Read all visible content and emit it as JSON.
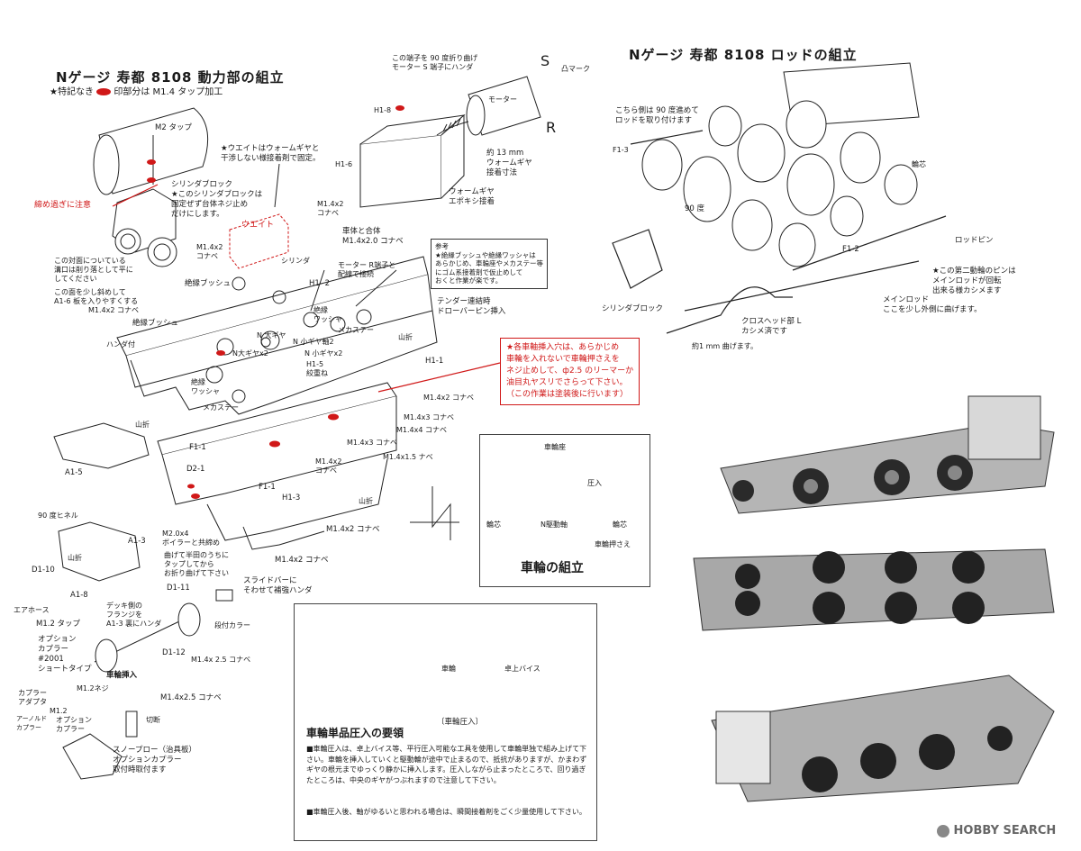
{
  "left_title": "Nゲージ 寿都 8108 動力部の組立",
  "legend": {
    "prefix": "★特記なき",
    "suffix": "印部分は M1.4 タップ加工"
  },
  "right_title": "Nゲージ 寿都 8108 ロッドの組立",
  "labels": {
    "m2_tap": "M2 タップ",
    "weight_note": "★ウエイトはウォームギヤと\n干渉しない様接着剤で固定。",
    "cyl_block": "シリンダブロック\n★このシリンダブロックは\n固定ぜず台体ネジ止め\nだけにします。",
    "tighten": "締め過ぎに注意",
    "weight": "ウエイト",
    "m14x2_a": "M1.4x2\nコナベ",
    "slot_note": "この対面についている\n溝口は削り落として平に\nしてください",
    "a16_note": "この面を少し斜めして\nA1-6 板を入りやすくする",
    "m14x2_b": "M1.4x2 コナベ",
    "insul_bush_1": "絶縁ブッシュ",
    "insul_bush_2": "絶縁ブッシュ",
    "cylinder": "シリンダ",
    "motor_r": "モーター R端子と\n配線で接続",
    "h1_2": "H1- 2",
    "insul_washer": "絶縁\nワッシャ",
    "mecha_stay": "メカステー",
    "solder": "ハンダ付",
    "n_big_gear": "N 大ギヤ",
    "n_small_gear": "N 小ギヤ軸2",
    "n_small_gear2": "N 小ギヤx2",
    "n_big_gear2": "N大ギヤx2",
    "h1_5": "H1-5\n絞重ね",
    "h1_1": "H1-1",
    "insul_washer_2": "絶縁\nワッシャ",
    "mecha_stay_2": "メカステー",
    "yamaori_1": "山折",
    "m14x2_c": "M1.4x2 コナベ",
    "m14x3": "M1.4x3 コナベ",
    "m14x4": "M1.4x4 コナベ",
    "m14x3_b": "M1.4x3 コナベ",
    "m14x15": "M1.4x1.5 ナベ",
    "m14x2_d": "M1.4x2\nコナベ",
    "yamaori_2": "山折",
    "a1_5": "A1-5",
    "f1_1": "F1-1",
    "d2_1": "D2-1",
    "f1_1b": "F1-1",
    "h1_3": "H1-3",
    "m14x2_e": "M1.4x2 コナベ",
    "m14x2_f": "M1.4x2 コナベ",
    "yamaori_3": "山折",
    "hinel": "90 度ヒネル",
    "a1_3": "A1-3",
    "m20x4": "M2.0x4\nボイラーと共締め",
    "d1_10": "D1-10",
    "yamaori_4": "山折",
    "deck_note": "曲げて半田のうちに\nタップしてから\nお折り曲げて下さい",
    "d1_11": "D1-11",
    "slide_bar": "スライドバーに\nそわせて補強ハンダ",
    "air_hose": "エアホース",
    "a1_8": "A1-8",
    "m12_tap": "M1.2 タップ",
    "deck_flange": "デッキ側の\nフランジを\nA1-3 裏にハンダ",
    "option_coupler": "オプション\nカプラー\n#2001\nショートタイプ",
    "wheel_insert": "車輪挿入",
    "m12_screw": "M1.2ネジ",
    "d1_12": "D1-12",
    "coupler_adapter": "カプラー\nアダプタ",
    "m14x25_a": "M1.4x 2.5 コナベ",
    "m14x25_b": "M1.4x2.5 コナベ",
    "cut": "切断",
    "collar": "段付カラー",
    "option_coupler_2": "オプション\nカプラー",
    "snow_plow": "スノープロー（治具板）\nオプションカプラー\n取付時取付ます",
    "m12_small": "M1.2",
    "adapter_plate": "アーノルド\nカプラー",
    "top_terminal": "この端子を 90 度折り曲げ\nモーター S 端子にハンダ",
    "s": "S",
    "r": "R",
    "mark": "凸マーク",
    "h1_8": "H1-8",
    "motor": "モーター",
    "h1_6": "H1-6",
    "worm_13": "約 13 mm\nウォームギヤ\n接着寸法",
    "worm_glue": "ウォームギヤ\nエポキシ接着",
    "m14x2_g": "M1.4x2\nコナベ",
    "body_combine": "車体と合体\nM1.4x2.0 コナベ",
    "ref_note": "参考\n★絶縁ブッシュや絶縁ワッシャは\nあらかじめ、車輪座やメカステー等\nにゴム系接着剤で仮止めして\nおくと作業が楽です。",
    "tender_pin": "テンダー連結時\nドローバーピン挿入",
    "red_note": "★各車軸挿入穴は、あらかじめ\n車輪を入れないで車輪押さえを\nネジ止めして、ф2.5 のリーマーか\n油目丸ヤスリでさらって下さい。\n（この作業は塗装後に行います）",
    "wheel_seat": "車輪座",
    "press_in": "圧入",
    "wheel_core_l": "輪芯",
    "n_drive_axle": "N駆動軸",
    "wheel_core_r": "輪芯",
    "wheel_holder": "車輪押さえ",
    "wheel_assembly": "車輪の組立",
    "rod_note_1": "こちら側は 90 度進めて\nロッドを取り付けます",
    "f1_3": "F1-3",
    "deg90": "90 度",
    "wheel_core_top": "輪芯",
    "rod_pin": "ロッドピン",
    "f1_2": "F1-2",
    "second_pin": "★この第二動輪のピンは\nメインロッドが回転\n出来る様カシメます",
    "cyl_block_2": "シリンダブロック",
    "crosshead": "クロスヘッド部 L\nカシメ済です",
    "main_rod": "メインロッド\nここを少し外側に曲げます。",
    "bend_1mm": "約1 mm 曲げます。",
    "vise": "卓上バイス",
    "wheel_label": "車輪",
    "press_caption": "〔車輪圧入〕",
    "proc_title": "車輪単品圧入の要領",
    "proc_1": "■車輪圧入は、卓上バイス等、平行圧入可能な工具を使用して車輪単独で組み上げて下さい。車輪を挿入していくと駆動輪が途中で止まるので、抵抗がありますが、かまわずギヤの根元までゆっくり静かに挿入します。圧入しながら止まったところで、回り過ぎたところは、中央のギヤがつぶれますので注意して下さい。",
    "proc_2": "■車輪圧入後、軸がゆるいと思われる場合は、瞬間接着剤をごく少量使用して下さい。",
    "watermark": "HOBBY SEARCH"
  },
  "colors": {
    "accent_red": "#d01818",
    "line": "#1a1a1a"
  }
}
